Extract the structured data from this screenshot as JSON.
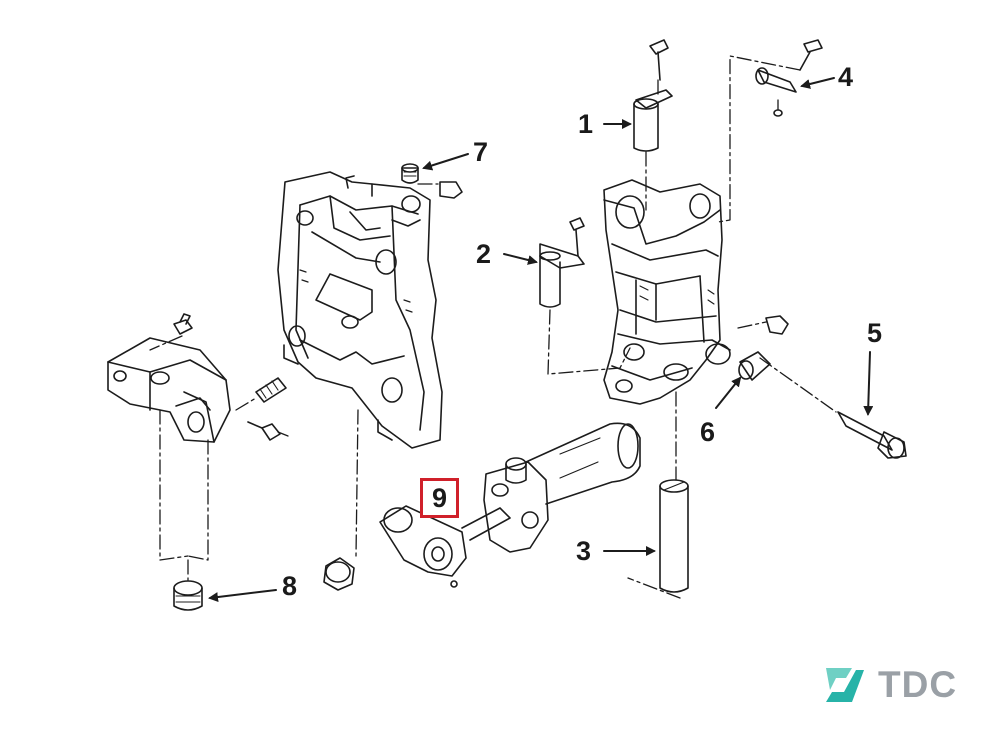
{
  "diagram": {
    "callouts": {
      "c1": "1",
      "c2": "2",
      "c3": "3",
      "c4": "4",
      "c5": "5",
      "c6": "6",
      "c7": "7",
      "c8": "8",
      "c9": "9"
    },
    "highlighted_callout": "9",
    "highlight_color": "#d0202a"
  },
  "logo": {
    "text": "TDC",
    "icon": "tdc-logo-icon",
    "colors": {
      "icon_primary": "#27b3a8",
      "icon_secondary": "#6fd0c4",
      "text": "#9aa0a6"
    }
  }
}
